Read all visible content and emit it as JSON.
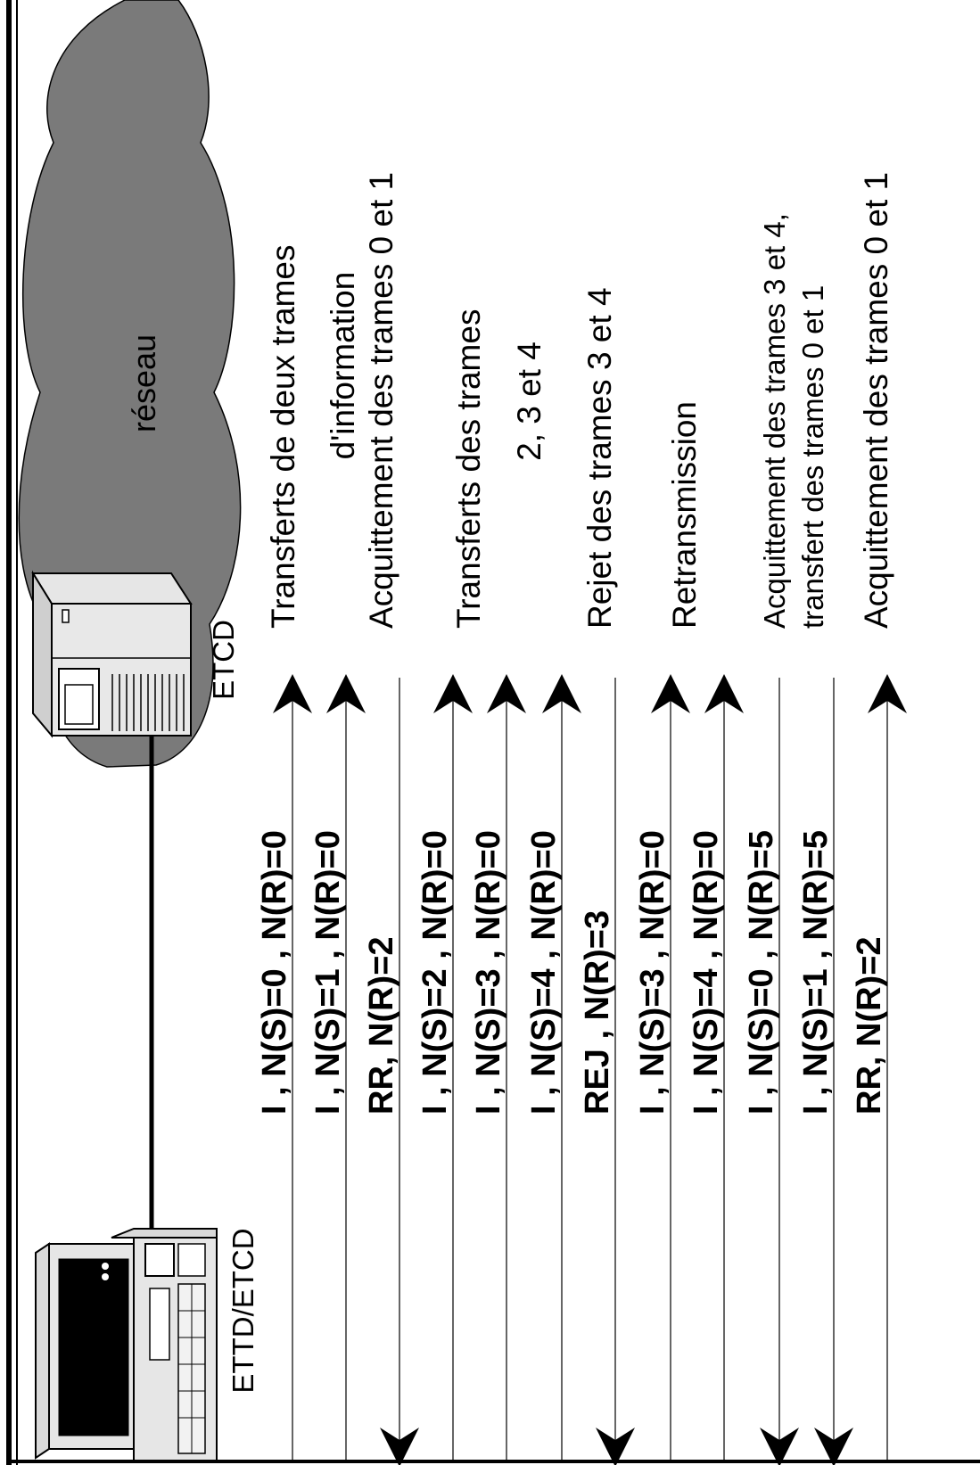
{
  "colors": {
    "cloud": "#7a7a7a",
    "line": "#000000",
    "background": "#ffffff",
    "screen": "#000000"
  },
  "network": {
    "label": "réseau",
    "icon": "cloud-icon"
  },
  "devices": {
    "left": {
      "label": "ETTD/ETCD",
      "icon": "computer-icon"
    },
    "right": {
      "label": "ETCD",
      "icon": "server-icon"
    }
  },
  "exchanges": [
    {
      "label": "I , N(S)=0 , N(R)=0",
      "direction": "to-etcd"
    },
    {
      "label": "I , N(S)=1 , N(R)=0",
      "direction": "to-etcd"
    },
    {
      "label": "RR, N(R)=2",
      "direction": "to-ettd"
    },
    {
      "label": "I , N(S)=2 , N(R)=0",
      "direction": "to-etcd"
    },
    {
      "label": "I , N(S)=3 , N(R)=0",
      "direction": "to-etcd"
    },
    {
      "label": "I , N(S)=4 , N(R)=0",
      "direction": "to-etcd"
    },
    {
      "label": "REJ , N(R)=3",
      "direction": "to-ettd"
    },
    {
      "label": "I , N(S)=3 , N(R)=0",
      "direction": "to-etcd"
    },
    {
      "label": "I , N(S)=4 , N(R)=0",
      "direction": "to-etcd"
    },
    {
      "label": "I , N(S)=0 , N(R)=5",
      "direction": "to-ettd"
    },
    {
      "label": "I , N(S)=1 , N(R)=5",
      "direction": "to-ettd"
    },
    {
      "label": "RR, N(R)=2",
      "direction": "to-etcd"
    }
  ],
  "descriptions": [
    {
      "lines": [
        "Transferts de deux trames",
        "d'information"
      ]
    },
    {
      "lines": [
        "Acquittement des trames 0 et 1"
      ]
    },
    {
      "lines": [
        "Transferts des trames",
        "2, 3 et 4"
      ]
    },
    {
      "lines": [
        "Rejet des trames 3 et 4"
      ]
    },
    {
      "lines": [
        "Retransmission"
      ]
    },
    {
      "lines": [
        "Acquittement des trames 3 et 4,",
        "transfert des trames 0 et 1"
      ]
    },
    {
      "lines": [
        "Acquittement des trames 0 et 1"
      ]
    }
  ]
}
